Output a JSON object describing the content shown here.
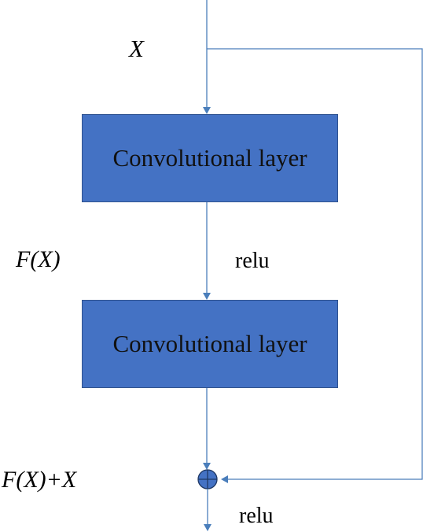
{
  "labels": {
    "input": "X",
    "residual": "F(X)",
    "sum": "F(X)+X",
    "activation_1": "relu",
    "activation_2": "relu"
  },
  "layers": [
    {
      "label": "Convolutional layer"
    },
    {
      "label": "Convolutional layer"
    }
  ],
  "colors": {
    "layer_fill": "#4472c4",
    "connector": "#4a7ebb"
  }
}
